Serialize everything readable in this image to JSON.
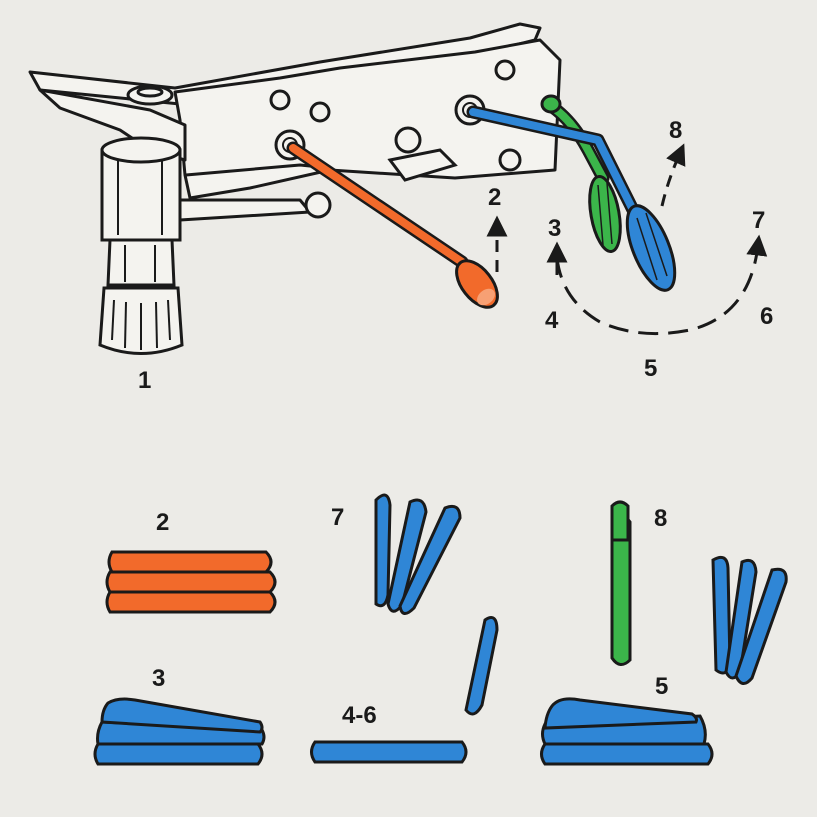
{
  "labels": {
    "one": "1",
    "two": "2",
    "three": "3",
    "four": "4",
    "five": "5",
    "six": "6",
    "seven": "7",
    "eight": "8",
    "lower_two": "2",
    "lower_three": "3",
    "lower_four_six": "4-6",
    "lower_five": "5",
    "lower_seven": "7",
    "lower_eight": "8"
  },
  "colors": {
    "background": "#ecebe7",
    "housing_fill": "#f4f3ef",
    "ink": "#1a1a1a",
    "orange": "#f26a2b",
    "blue": "#2f86d6",
    "green": "#3bb54a"
  }
}
